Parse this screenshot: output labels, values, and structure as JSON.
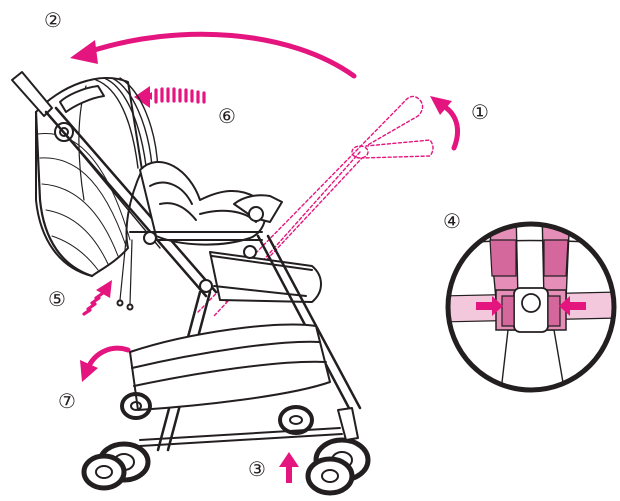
{
  "steps": {
    "s1": "①",
    "s2": "②",
    "s3": "③",
    "s4": "④",
    "s5": "⑤",
    "s6": "⑥",
    "s7": "⑦"
  },
  "colors": {
    "arrow": "#e5157f",
    "line": "#231f20",
    "strap_pink": "#e58fb8",
    "strap_pink_dark": "#d4679c",
    "belt_light": "#f3c7dc",
    "canopy_grey": "#6d6e71"
  },
  "icons": {
    "arrow_fold_handle": "curved-arrow-icon",
    "arrow_big_sweep": "curved-arrow-icon",
    "arrow_push_up": "up-arrow-icon",
    "arrow_canopy_close": "dashed-arrow-icon",
    "arrow_brake": "dashed-arrow-icon",
    "arrow_basket": "curved-arrow-icon",
    "buckle_detail": "harness-buckle-icon"
  }
}
